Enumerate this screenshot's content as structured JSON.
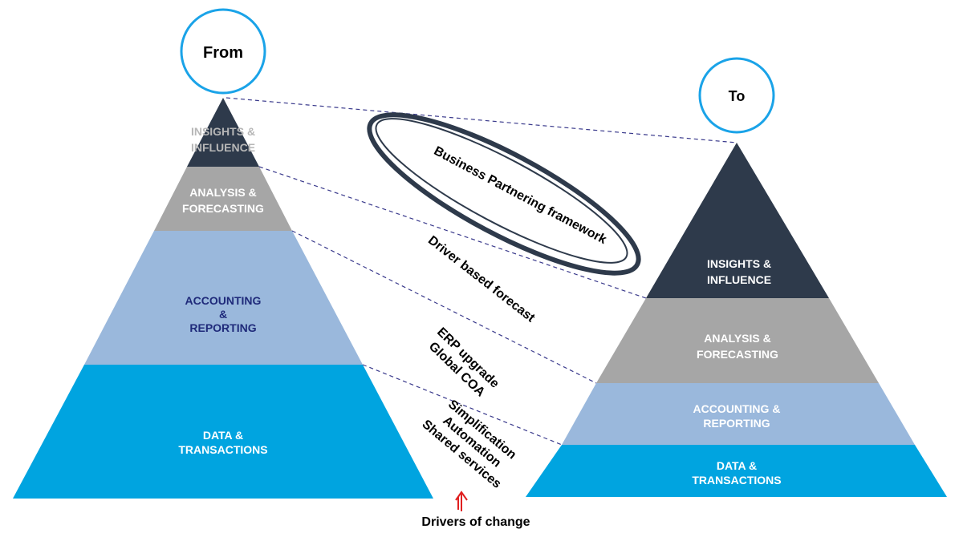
{
  "from": {
    "badge": "From",
    "layers": [
      {
        "line1": "INSIGHTS &",
        "line2": "INFLUENCE"
      },
      {
        "line1": "ANALYSIS &",
        "line2": "FORECASTING"
      },
      {
        "line1": "ACCOUNTING",
        "line2": "&",
        "line3": "REPORTING"
      },
      {
        "line1": "DATA &",
        "line2": "TRANSACTIONS"
      }
    ]
  },
  "to": {
    "badge": "To",
    "layers": [
      {
        "line1": "INSIGHTS &",
        "line2": "INFLUENCE"
      },
      {
        "line1": "ANALYSIS &",
        "line2": "FORECASTING"
      },
      {
        "line1": "ACCOUNTING &",
        "line2": "REPORTING"
      },
      {
        "line1": "DATA &",
        "line2": "TRANSACTIONS"
      }
    ]
  },
  "drivers": {
    "business_partnering": "Business Partnering framework",
    "driver_forecast": "Driver based forecast",
    "erp": {
      "line1": "ERP upgrade",
      "line2": "Global COA"
    },
    "ops": {
      "line1": "Simplification",
      "line2": "Automation",
      "line3": "Shared services"
    },
    "caption": "Drivers of change"
  },
  "colors": {
    "insights": "#2e3a4b",
    "analysis": "#a6a6a6",
    "accounting": "#9ab8dc",
    "data": "#00a4e0",
    "badge_ring": "#1aa3e8",
    "connector": "#3a3a8c",
    "arrow": "#e02020",
    "accounting_text_left": "#1f2a7a"
  }
}
